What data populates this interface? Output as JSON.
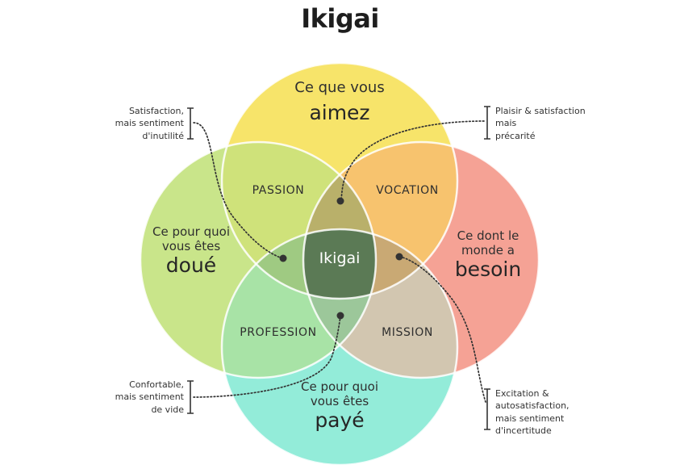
{
  "title": "Ikigai",
  "circles": {
    "top": {
      "line1": "Ce que vous",
      "big": "aimez",
      "color": "#f7e46a"
    },
    "left": {
      "line1": "Ce pour quoi",
      "line2": "vous êtes",
      "big": "doué",
      "color": "#c9e58a"
    },
    "right": {
      "line1": "Ce dont le",
      "line2": "monde a",
      "big": "besoin",
      "color": "#f5a295"
    },
    "bottom": {
      "line1": "Ce pour quoi",
      "line2": "vous êtes",
      "big": "payé",
      "color": "#93ecd9"
    }
  },
  "overlaps": {
    "passion": "PASSION",
    "vocation": "VOCATION",
    "profession": "PROFESSION",
    "mission": "MISSION",
    "center": "Ikigai"
  },
  "notes": {
    "top_left": {
      "l1": "Satisfaction,",
      "l2": "mais sentiment",
      "l3": "d'inutilité"
    },
    "top_right": {
      "l1": "Plaisir & satisfaction",
      "l2": "mais",
      "l3": "précarité"
    },
    "bottom_left": {
      "l1": "Confortable,",
      "l2": "mais sentiment",
      "l3": "de vide"
    },
    "bottom_right": {
      "l1": "Excitation &",
      "l2": "autosatisfaction,",
      "l3": "mais sentiment",
      "l4": "d'incertitude"
    }
  },
  "region_colors": {
    "passion": "#cfe27a",
    "vocation": "#f7c36e",
    "profession": "#a8e3a6",
    "mission": "#d2c6b0",
    "center_petal_top": "#b9b06a",
    "center_petal_left": "#9fca82",
    "center_petal_right": "#c9a974",
    "center_petal_bottom": "#9cc79a",
    "center": "#5b7a55"
  }
}
